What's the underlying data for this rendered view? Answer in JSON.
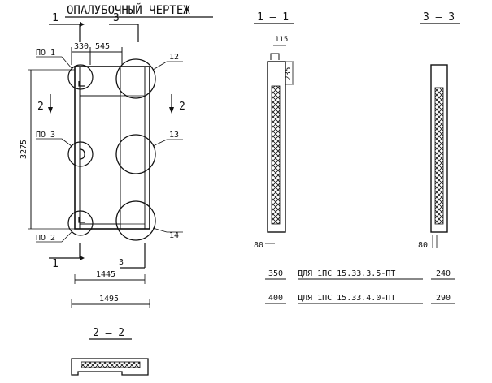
{
  "drawing": {
    "title": "ОПАЛУБОЧНЫЙ ЧЕРТЕЖ",
    "section_marks": {
      "cut_1": "1",
      "cut_2": "2",
      "cut_3": "3"
    },
    "dimensions": {
      "d330": "330",
      "d545": "545",
      "d3275": "3275",
      "d1445": "1445",
      "d1495": "1495",
      "d115": "115",
      "d235": "235",
      "d80a": "80",
      "d80b": "80"
    },
    "nodes": {
      "po1": "ПО 1",
      "po3": "ПО 3",
      "po2": "ПО 2",
      "n12": "12",
      "n13": "13",
      "n14": "14"
    },
    "section_titles": {
      "s11": "1 — 1",
      "s33": "3 — 3",
      "s22": "2 — 2"
    },
    "table": {
      "rows": [
        {
          "left": "350",
          "text": "ДЛЯ  1ПС 15.33.3.5-ПТ",
          "right": "240"
        },
        {
          "left": "400",
          "text": "ДЛЯ  1ПС 15.33.4.0-ПТ",
          "right": "290"
        }
      ]
    }
  }
}
